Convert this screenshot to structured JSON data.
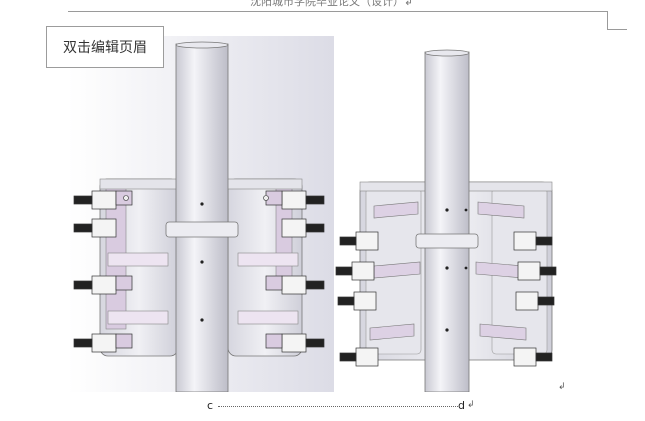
{
  "header": {
    "running_title": "沈阳城市学院毕业论文（设计）↲",
    "edit_header_label": "双击编辑页眉"
  },
  "figure": {
    "paragraph_mark": "↲"
  },
  "caption": {
    "left_label": "c",
    "right_label": "d",
    "paragraph_mark": "↲"
  }
}
